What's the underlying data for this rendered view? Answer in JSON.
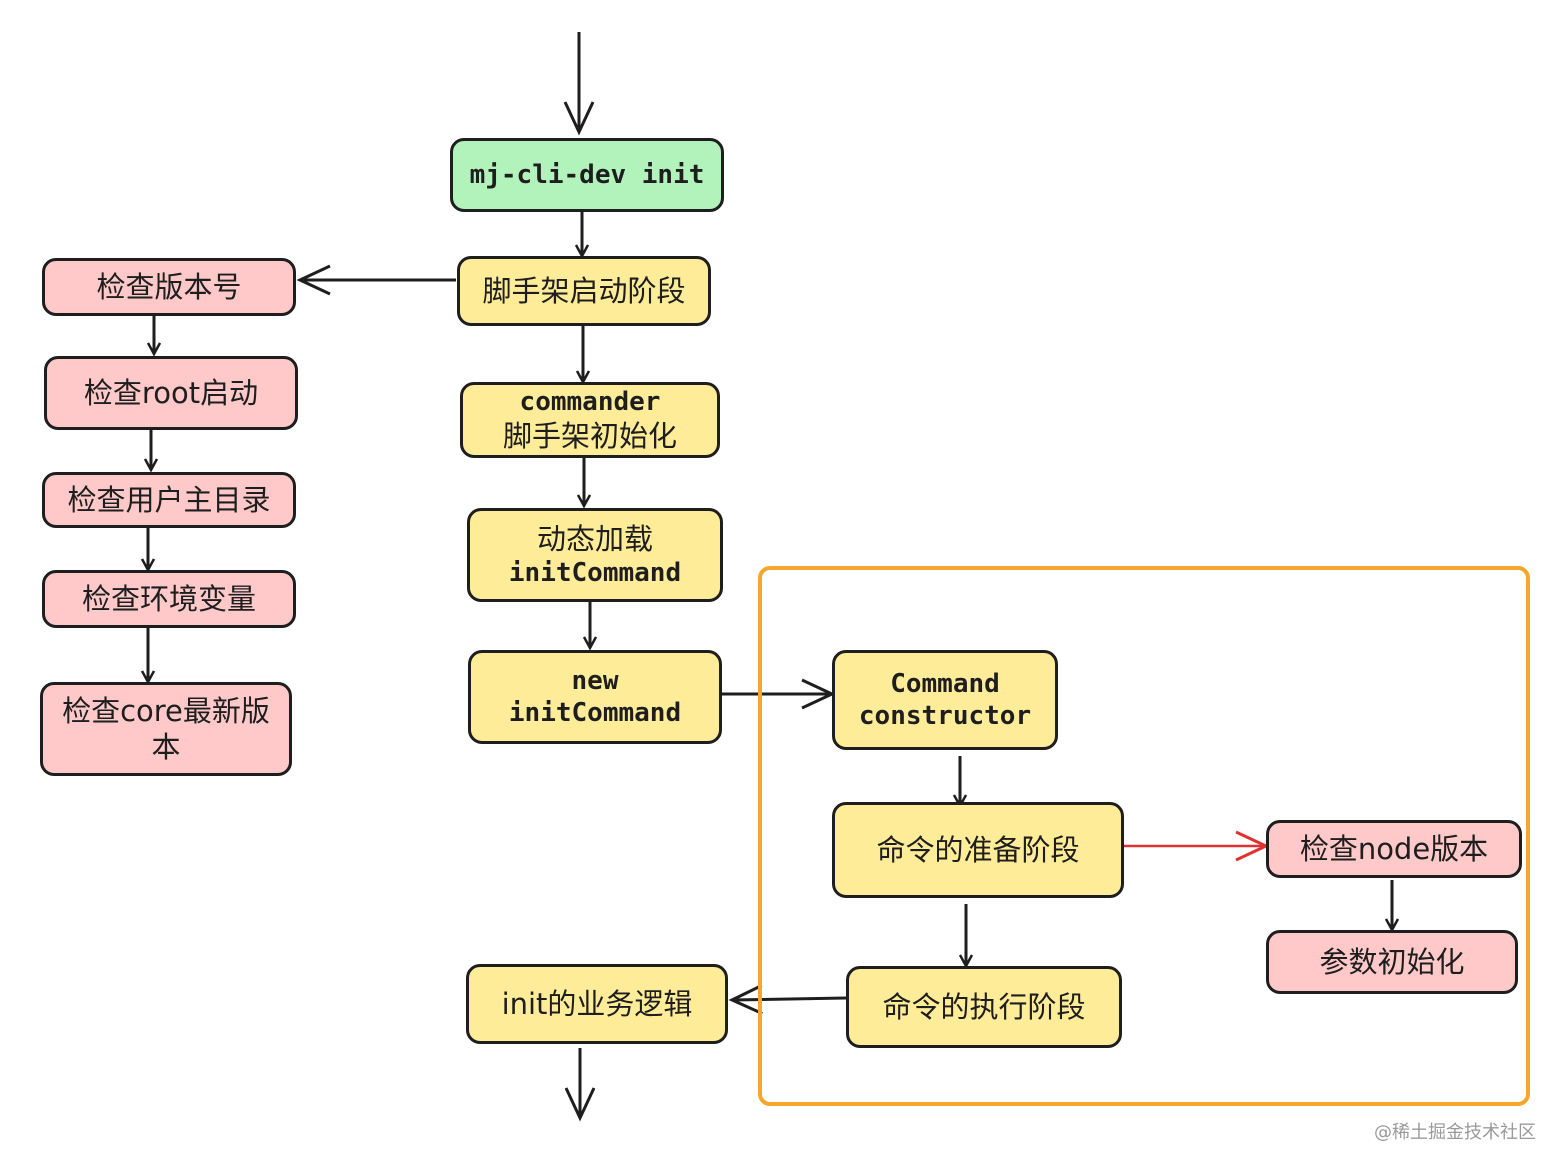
{
  "colors": {
    "start": "#b2f2bb",
    "stage": "#ffec99",
    "check": "#ffc9c9",
    "group_border": "#f4a72b",
    "highlight_arrow": "#e03131",
    "stroke": "#1e1e1e"
  },
  "nodes": {
    "start": {
      "label": "mj-cli-dev init"
    },
    "scaffold_start": {
      "label": "脚手架启动阶段"
    },
    "commander_init": {
      "line1": "commander",
      "line2": "脚手架初始化"
    },
    "dynamic_load": {
      "line1": "动态加载",
      "line2": "initCommand"
    },
    "new_init": {
      "line1": "new",
      "line2": "initCommand"
    },
    "command_constructor": {
      "line1": "Command",
      "line2": "constructor"
    },
    "prepare_stage": {
      "label": "命令的准备阶段"
    },
    "exec_stage": {
      "label": "命令的执行阶段"
    },
    "init_logic": {
      "label": "init的业务逻辑"
    }
  },
  "checks": {
    "version": "检查版本号",
    "root": "检查root启动",
    "home": "检查用户主目录",
    "env": "检查环境变量",
    "core_line1": "检查core最新版",
    "core_line2": "本",
    "node": "检查node版本",
    "params": "参数初始化"
  },
  "watermark": "@稀土掘金技术社区"
}
